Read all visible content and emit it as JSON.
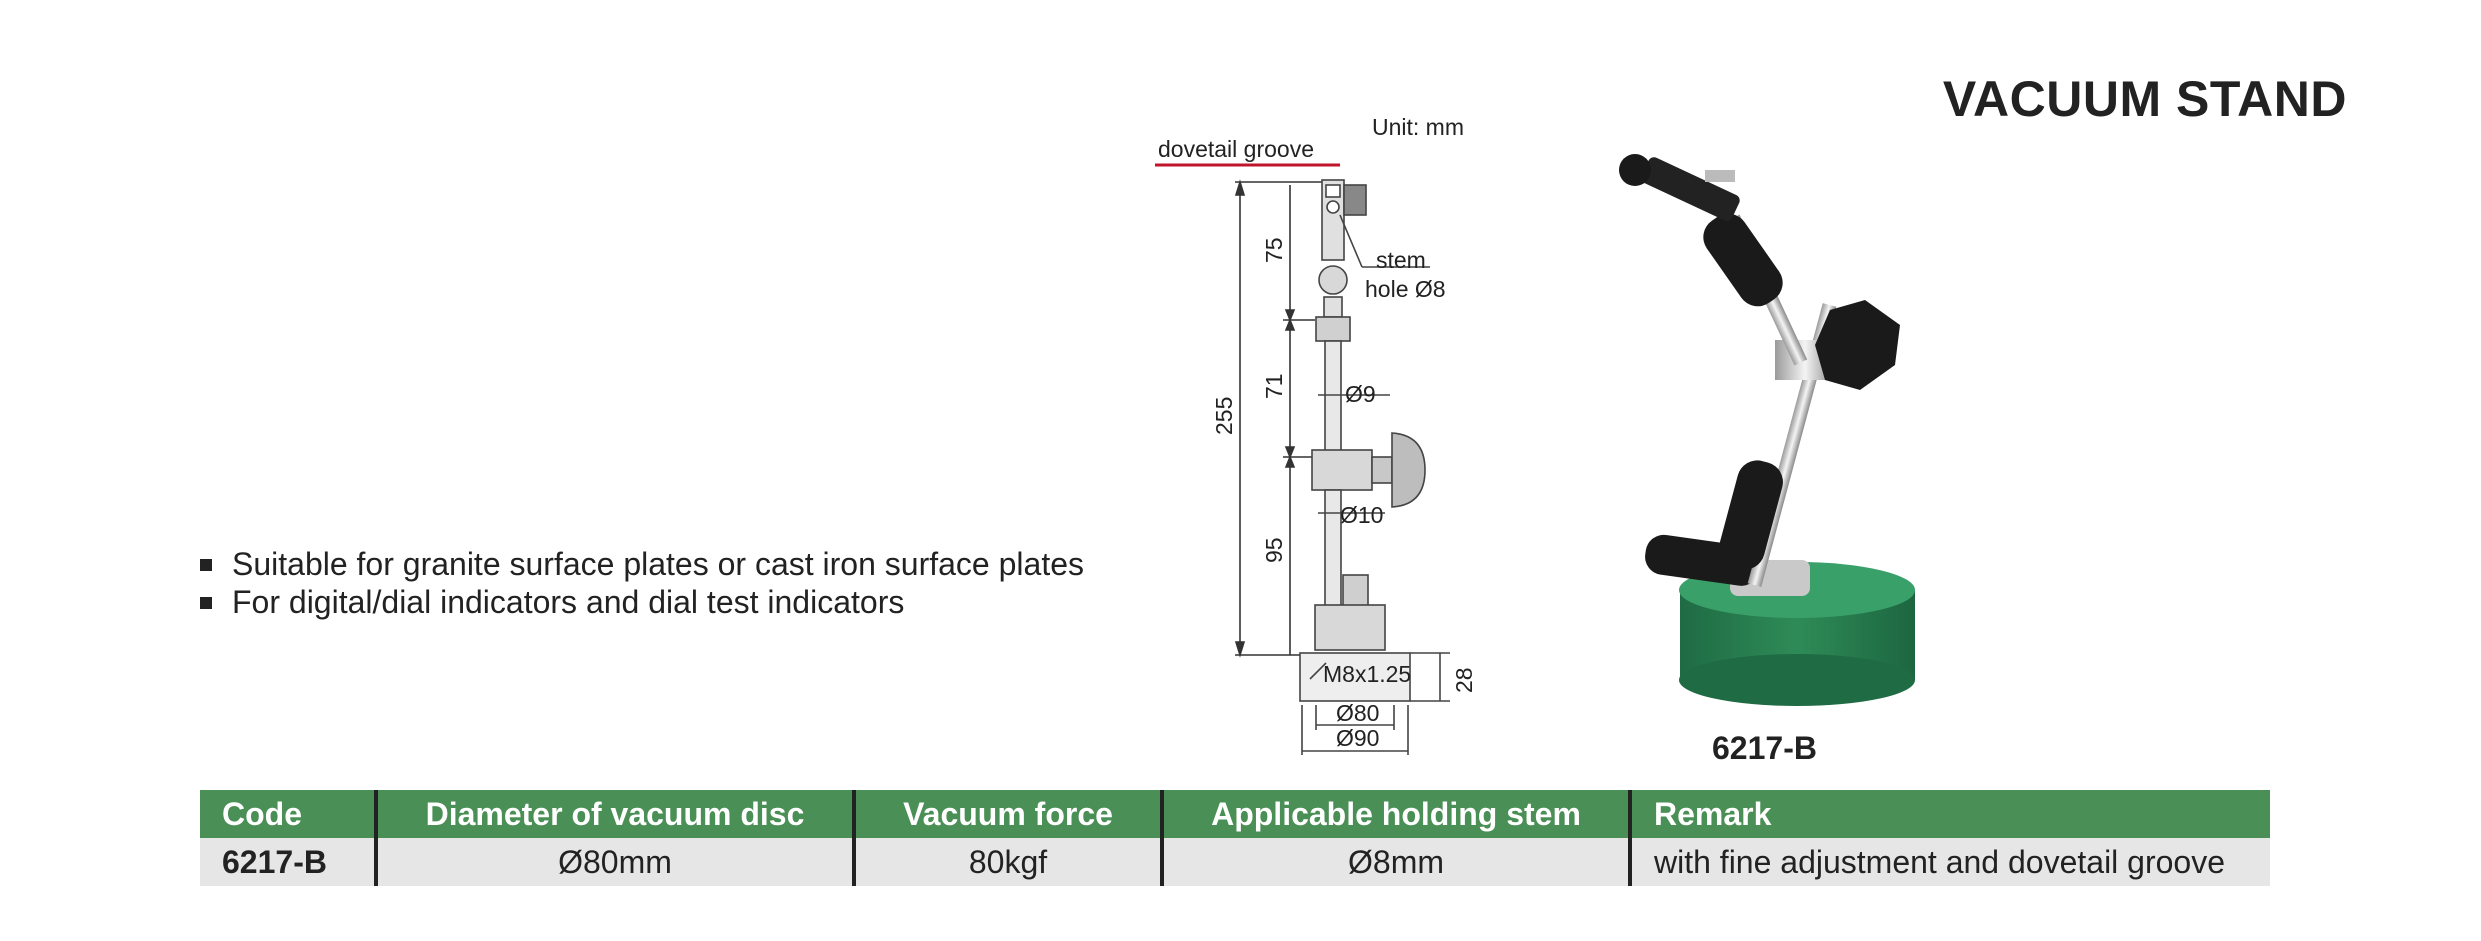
{
  "title": "VACUUM STAND",
  "features": [
    "Suitable for granite surface plates or cast iron surface plates",
    "For digital/dial indicators and dial test indicators"
  ],
  "drawing": {
    "unit": "Unit: mm",
    "dovetail": "dovetail groove",
    "stem": "stem",
    "hole": "hole Ø8",
    "dim_total": "255",
    "dim_top": "75",
    "dim_mid": "71",
    "dim_low": "95",
    "dia_upper": "Ø9",
    "dia_lower": "Ø10",
    "thread": "M8x1.25",
    "base_height": "28",
    "disc_dia": "Ø80",
    "base_dia": "Ø90"
  },
  "photo_label": "6217-B",
  "colors": {
    "header_green": "#4a8f55",
    "row_grey": "#e6e6e6",
    "base_green": "#2e8b57",
    "dovetail_line": "#c0142c"
  },
  "table": {
    "headers": [
      "Code",
      "Diameter of vacuum disc",
      "Vacuum force",
      "Applicable holding stem",
      "Remark"
    ],
    "rows": [
      [
        "6217-B",
        "Ø80mm",
        "80kgf",
        "Ø8mm",
        "with fine adjustment and dovetail groove"
      ]
    ]
  }
}
